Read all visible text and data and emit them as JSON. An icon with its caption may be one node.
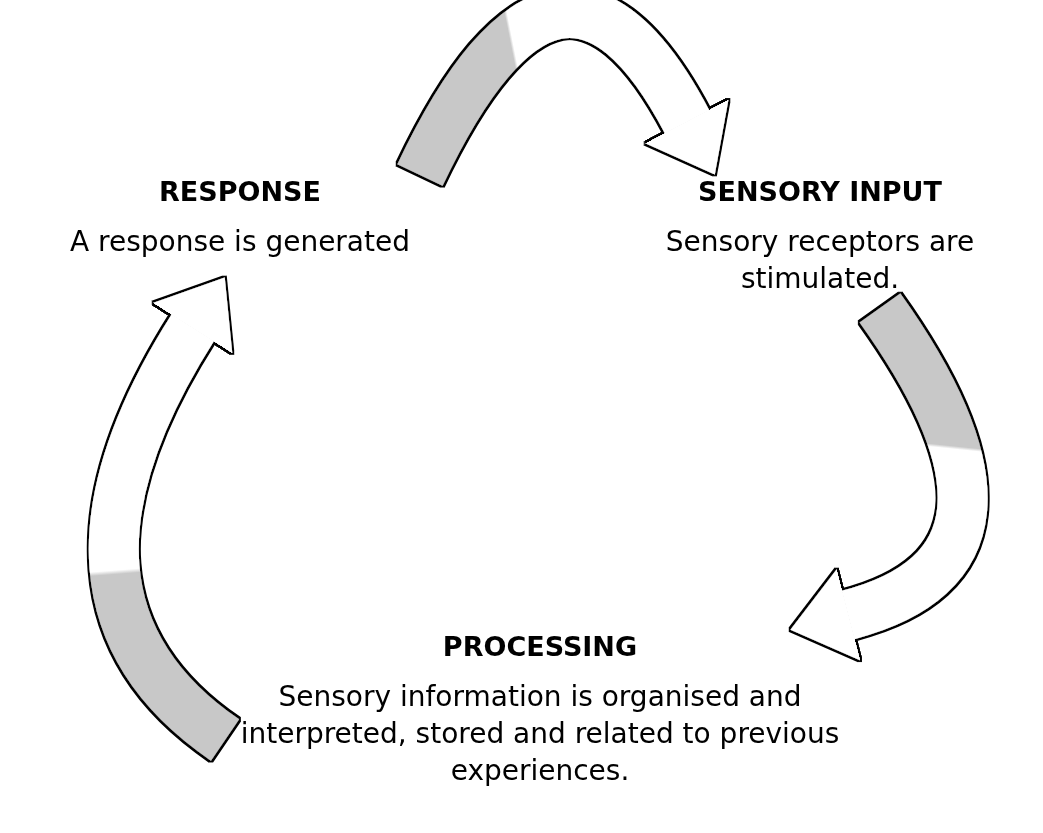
{
  "diagram": {
    "nodes": [
      {
        "text": [
          "RESPONSE",
          "A response is generated"
        ]
      },
      {
        "text": [
          "SENSORY INPUT",
          "Sensory receptors are stimulated."
        ]
      },
      {
        "text": [
          "PROCESSING",
          "Sensory information is organised and interpreted, stored and related to previous experiences."
        ]
      }
    ],
    "edges": [
      {
        "from": 0,
        "to": 1,
        "arrow": "to"
      },
      {
        "from": 1,
        "to": 2,
        "arrow": "to"
      },
      {
        "from": 2,
        "to": 0,
        "arrow": "to"
      }
    ]
  }
}
